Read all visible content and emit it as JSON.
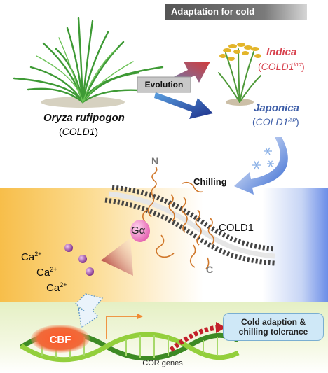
{
  "banner": "Adaptation for cold",
  "wild": {
    "species": "Oryza rufipogon",
    "gene_open": "(",
    "gene": "COLD1",
    "gene_close": ")"
  },
  "evolution": "Evolution",
  "indica": {
    "name": "Indica",
    "gene_open": "(",
    "gene": "COLD1",
    "gene_sup": "ind",
    "gene_close": ")"
  },
  "japonica": {
    "name": "Japonica",
    "gene_open": "(",
    "gene": "COLD1",
    "gene_sup": "jap",
    "gene_close": ")"
  },
  "chilling": "Chilling",
  "protein": {
    "n_term": "N",
    "c_term": "C",
    "name": "COLD1",
    "g_alpha": "Gα"
  },
  "ions": [
    {
      "base": "Ca",
      "sup": "2+"
    },
    {
      "base": "Ca",
      "sup": "2+"
    },
    {
      "base": "Ca",
      "sup": "2+"
    }
  ],
  "cbf": "CBF",
  "cor_genes": "COR genes",
  "outcome": {
    "line1": "Cold adaption &",
    "line2": "chilling tolerance"
  },
  "colors": {
    "indica": "#d8434f",
    "japonica": "#3e5ea8",
    "cbf": "#e2542e",
    "banner": "#555555"
  }
}
